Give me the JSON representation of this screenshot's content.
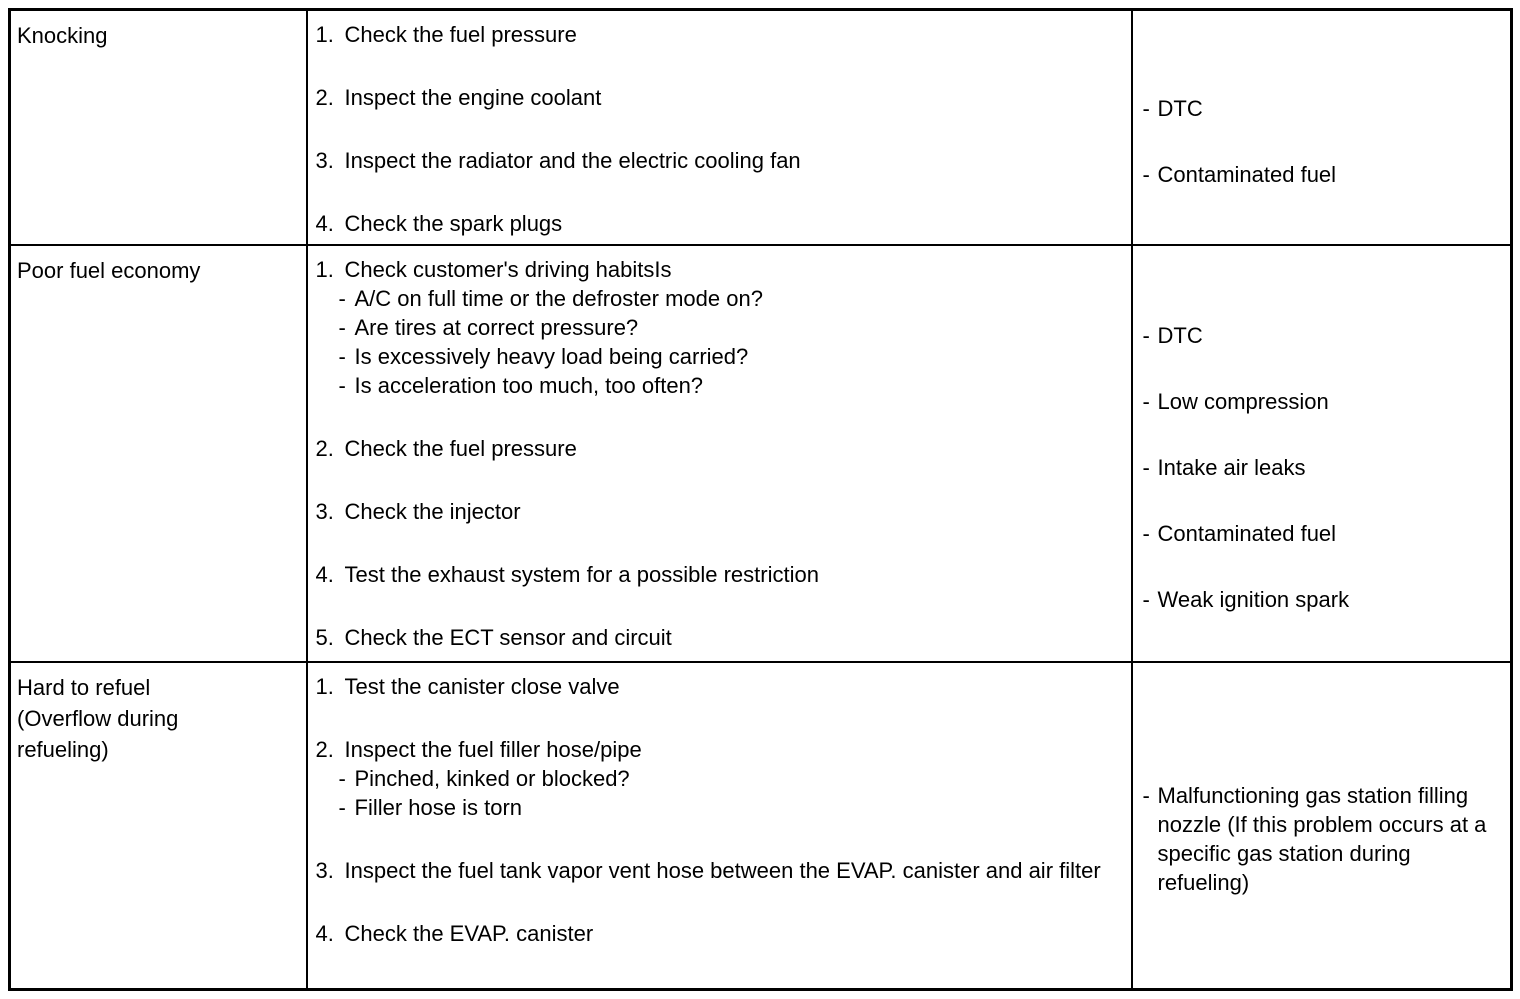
{
  "bullet": "-",
  "rows": [
    {
      "symptom_lines": [
        "Knocking"
      ],
      "steps": [
        {
          "num": "1.",
          "text": "Check the fuel pressure"
        },
        {
          "num": "2.",
          "text": "Inspect the engine coolant"
        },
        {
          "num": "3.",
          "text": "Inspect the radiator and the electric cooling fan"
        },
        {
          "num": "4.",
          "text": "Check the spark plugs"
        }
      ],
      "causes": [
        "DTC",
        "Contaminated fuel"
      ]
    },
    {
      "symptom_lines": [
        "Poor fuel economy"
      ],
      "steps": [
        {
          "num": "1.",
          "text": "Check customer's driving habitsIs",
          "subs": [
            "A/C on full time or the defroster mode on?",
            "Are tires at correct pressure?",
            "Is excessively heavy load being carried?",
            "Is acceleration too much, too often?"
          ]
        },
        {
          "num": "2.",
          "text": "Check the fuel pressure"
        },
        {
          "num": "3.",
          "text": "Check the injector"
        },
        {
          "num": "4.",
          "text": "Test the exhaust system for a possible restriction"
        },
        {
          "num": "5.",
          "text": "Check the ECT sensor and circuit"
        }
      ],
      "causes": [
        "DTC",
        "Low compression",
        "Intake air leaks",
        "Contaminated fuel",
        "Weak ignition spark"
      ]
    },
    {
      "symptom_lines": [
        "Hard to refuel",
        "(Overflow during",
        "refueling)"
      ],
      "steps": [
        {
          "num": "1.",
          "text": "Test the canister close valve"
        },
        {
          "num": "2.",
          "text": "Inspect the fuel filler hose/pipe",
          "subs": [
            "Pinched, kinked or blocked?",
            "Filler hose is torn"
          ]
        },
        {
          "num": "3.",
          "text": "Inspect the fuel tank vapor vent hose between the EVAP. canister and air filter"
        },
        {
          "num": "4.",
          "text": "Check the EVAP. canister"
        }
      ],
      "causes": [
        "Malfunctioning gas station filling nozzle (If this problem occurs at a specific gas station during refueling)"
      ]
    }
  ]
}
